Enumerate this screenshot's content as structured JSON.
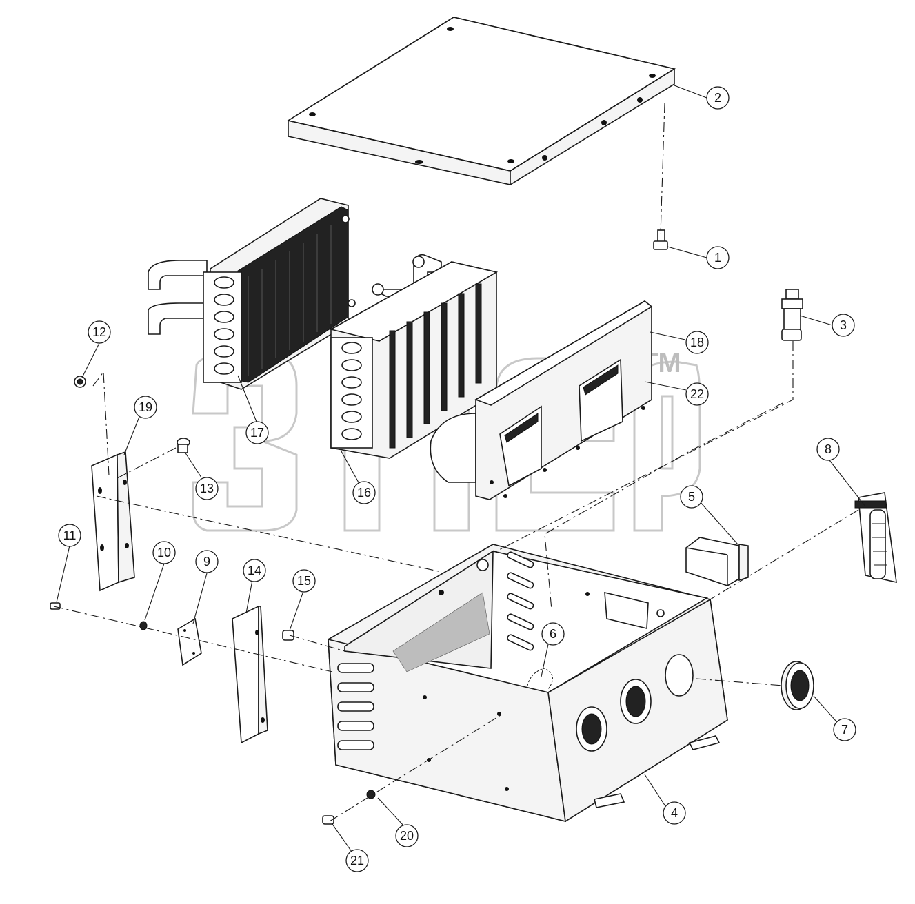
{
  "watermark": {
    "trademark": "TM"
  },
  "callouts": [
    {
      "id": "1",
      "label": "1"
    },
    {
      "id": "2",
      "label": "2"
    },
    {
      "id": "3",
      "label": "3"
    },
    {
      "id": "4",
      "label": "4"
    },
    {
      "id": "5",
      "label": "5"
    },
    {
      "id": "6",
      "label": "6"
    },
    {
      "id": "7",
      "label": "7"
    },
    {
      "id": "8",
      "label": "8"
    },
    {
      "id": "9",
      "label": "9"
    },
    {
      "id": "10",
      "label": "10"
    },
    {
      "id": "11",
      "label": "11"
    },
    {
      "id": "12",
      "label": "12"
    },
    {
      "id": "13",
      "label": "13"
    },
    {
      "id": "14",
      "label": "14"
    },
    {
      "id": "15",
      "label": "15"
    },
    {
      "id": "16",
      "label": "16"
    },
    {
      "id": "17",
      "label": "17"
    },
    {
      "id": "18",
      "label": "18"
    },
    {
      "id": "19",
      "label": "19"
    },
    {
      "id": "20",
      "label": "20"
    },
    {
      "id": "21",
      "label": "21"
    },
    {
      "id": "22",
      "label": "22"
    }
  ]
}
